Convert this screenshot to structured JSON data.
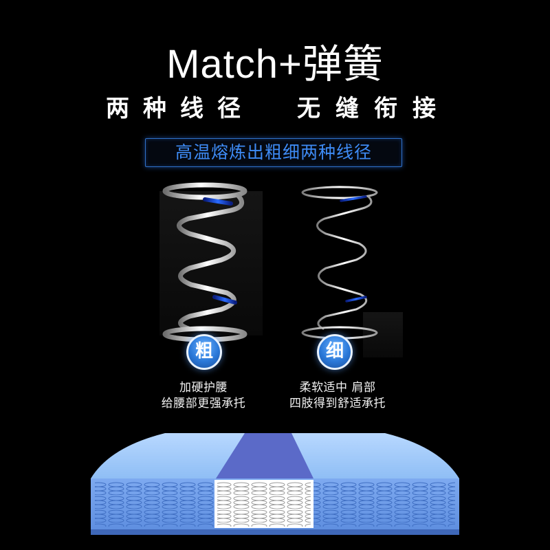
{
  "header": {
    "title": "Match+弹簧",
    "subtitle_left": "两种线径",
    "subtitle_right": "无缝衔接",
    "banner": "高温熔炼出粗细两种线径"
  },
  "springs": [
    {
      "badge": "粗",
      "desc_line1": "加硬护腰",
      "desc_line2": "给腰部更强承托"
    },
    {
      "badge": "细",
      "desc_line1": "柔软适中 肩部",
      "desc_line2": "四肢得到舒适承托"
    }
  ],
  "colors": {
    "background": "#000000",
    "banner_text": "#3e8bf5",
    "banner_border": "#2f72c9",
    "badge_blue": "#2a78d8",
    "spring_highlight": "#1f5ff0",
    "mattress_side": "#6f9ee6",
    "mattress_top": "#9cc6f8",
    "mattress_center": "#5968c8"
  },
  "icons": {
    "thick_spring": "coil-spring-thick-icon",
    "thin_spring": "coil-spring-thin-icon",
    "mattress": "mattress-cross-section-icon"
  }
}
